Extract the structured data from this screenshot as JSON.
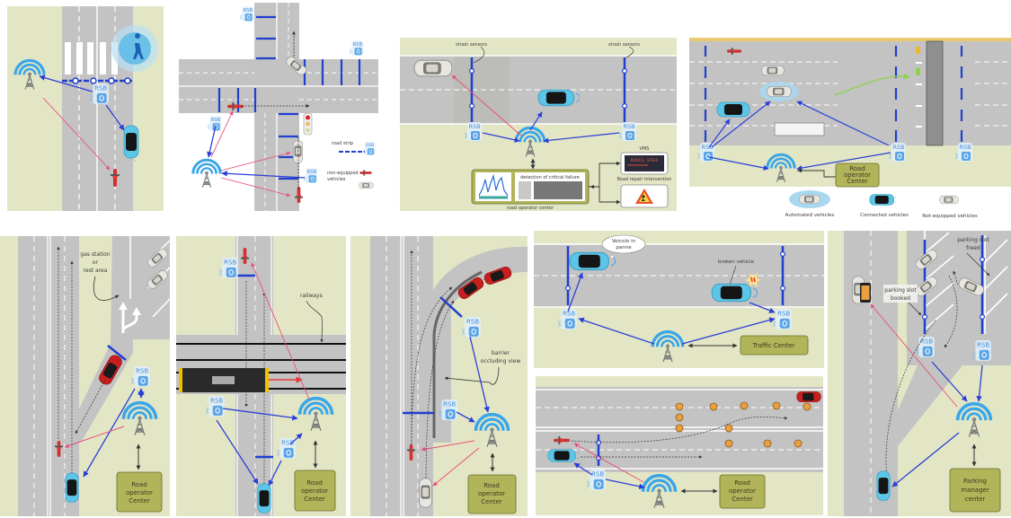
{
  "figure": {
    "title": "V2X road infrastructure communication scenarios",
    "colors": {
      "grass": "#e3e6c5",
      "road": "#c3c3c3",
      "road_dark": "#b5b5b5",
      "lane_marking": "#ffffff",
      "strip": "#1f3fd0",
      "rsb_blue": "#4a90d9",
      "tower_blue": "#3aa6e8",
      "v2i_arrow": "#2a3fd6",
      "warning_arrow": "#e8507a",
      "center_box": "#b2b45a",
      "connected_car": "#5cc6e8",
      "red_car": "#c81e1e"
    }
  },
  "common": {
    "rsb_label": "RSB",
    "road_operator_center": [
      "Road",
      "operator",
      "Center"
    ]
  },
  "panels": [
    {
      "id": "pedestrian-crossing",
      "labels": {}
    },
    {
      "id": "intersection",
      "legend": {
        "road_strip": "road strip",
        "non_equipped": [
          "non-equipped",
          "vehicles"
        ]
      }
    },
    {
      "id": "structural-monitoring",
      "labels": {
        "strain_sensors_1": "strain sensors",
        "strain_sensors_2": "strain sensors",
        "detection": "detection of critical failure",
        "road_operator_center": "road operator center",
        "vms": "VMS",
        "vms_message": "REDUCE SPEED",
        "road_repair": "Road repair intervention"
      }
    },
    {
      "id": "highway-lanes",
      "legend": {
        "automated": "Automated vehicles",
        "connected": "Connected vehicles",
        "not_equipped": "Not-equipped vehicles"
      }
    },
    {
      "id": "gas-station",
      "labels": {
        "gas_station": [
          "gas station",
          "or",
          "rest area"
        ]
      }
    },
    {
      "id": "railway-crossing",
      "labels": {
        "railways": "railways"
      }
    },
    {
      "id": "curve-barrier",
      "labels": {
        "barrier": [
          "barrier",
          "occluding view"
        ]
      }
    },
    {
      "id": "broken-vehicle",
      "labels": {
        "speech": [
          "Veicolo in",
          "panne"
        ],
        "broken_vehicle": "broken vehicle",
        "traffic_center": "Traffic Center"
      }
    },
    {
      "id": "roadworks",
      "labels": {}
    },
    {
      "id": "parking",
      "labels": {
        "slot_freed": [
          "parking slot",
          "freed"
        ],
        "slot_booked": [
          "parking slot",
          "booked"
        ],
        "parking_manager": [
          "Parking",
          "manager",
          "center"
        ]
      }
    }
  ]
}
